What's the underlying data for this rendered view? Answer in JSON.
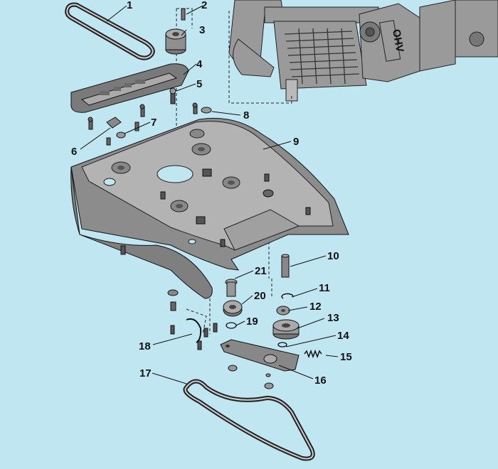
{
  "diagram": {
    "engine_label": "OHV",
    "callouts": [
      {
        "id": "c1",
        "label": "1"
      },
      {
        "id": "c2",
        "label": "2"
      },
      {
        "id": "c3",
        "label": "3"
      },
      {
        "id": "c4",
        "label": "4"
      },
      {
        "id": "c5",
        "label": "5"
      },
      {
        "id": "c6",
        "label": "6"
      },
      {
        "id": "c7",
        "label": "7"
      },
      {
        "id": "c8",
        "label": "8"
      },
      {
        "id": "c9",
        "label": "9"
      },
      {
        "id": "c10",
        "label": "10"
      },
      {
        "id": "c11",
        "label": "11"
      },
      {
        "id": "c12",
        "label": "12"
      },
      {
        "id": "c13",
        "label": "13"
      },
      {
        "id": "c14",
        "label": "14"
      },
      {
        "id": "c15",
        "label": "15"
      },
      {
        "id": "c16",
        "label": "16"
      },
      {
        "id": "c17",
        "label": "17"
      },
      {
        "id": "c18",
        "label": "18"
      },
      {
        "id": "c19",
        "label": "19"
      },
      {
        "id": "c20",
        "label": "20"
      },
      {
        "id": "c21",
        "label": "21"
      }
    ]
  },
  "colors": {
    "background": "#bfe6f1",
    "part_fill": "#8a8a8a",
    "plate_fill": "#b0b0b0",
    "engine_fill": "#9a9a9a"
  }
}
